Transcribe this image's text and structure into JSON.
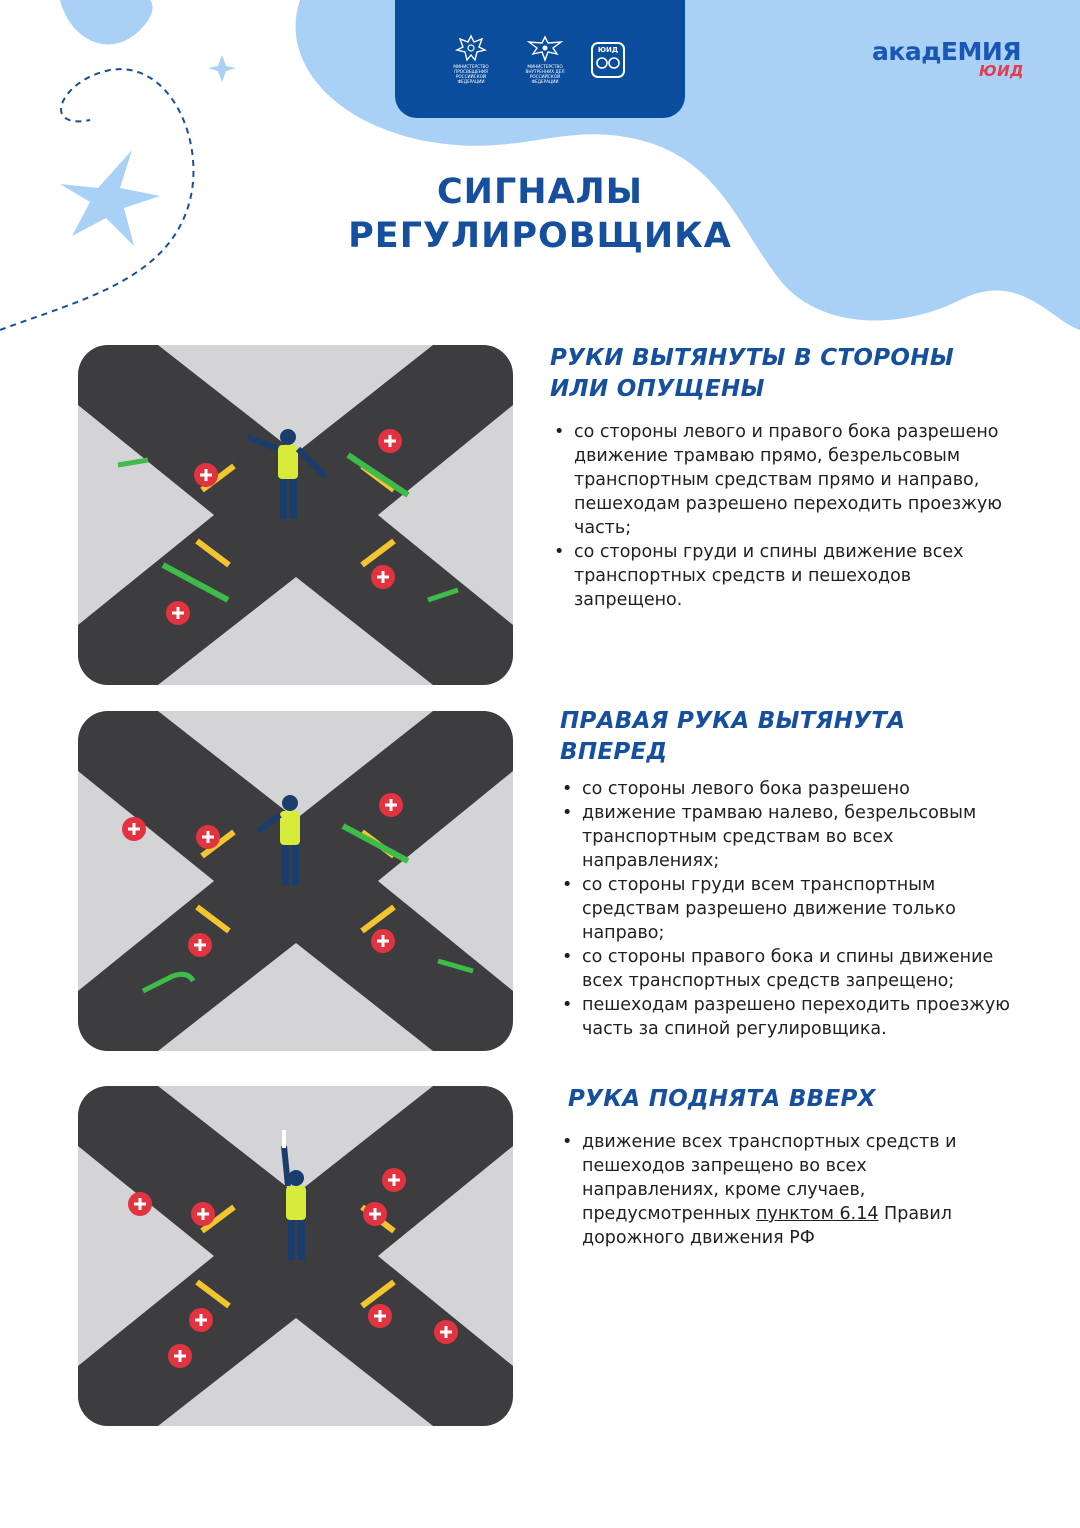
{
  "header": {
    "emblems": [
      {
        "name": "ministry-of-education",
        "text": "МИНИСТЕРСТВО ПРОСВЕЩЕНИЯ РОССИЙСКОЙ ФЕДЕРАЦИИ"
      },
      {
        "name": "ministry-of-internal-affairs",
        "text": "МИНИСТЕРСТВО ВНУТРЕННИХ ДЕЛ РОССИЙСКОЙ ФЕДЕРАЦИИ"
      }
    ],
    "badge_label": "ЮИД",
    "logo_main": "акадЕМИЯ",
    "logo_sub": "ЮИД"
  },
  "title": {
    "line1": "СИГНАЛЫ",
    "line2": "РЕГУЛИРОВЩИКА"
  },
  "colors": {
    "primary_blue": "#164f9e",
    "badge_blue": "#0a4d9c",
    "decor_light_blue": "#a9d0f5",
    "prohibited_red": "#e23341",
    "allowed_green": "#3fbb4a",
    "logo_red": "#e43b4f"
  },
  "sections": [
    {
      "title_line1": "РУКИ ВЫТЯНУТЫ В СТОРОНЫ",
      "title_line2": "ИЛИ ОПУЩЕНЫ",
      "bullets": [
        "со стороны левого и правого бока разрешено движение трамваю прямо, безрельсовым транспортным средствам прямо и направо, пешеходам разрешено переходить проезжую часть;",
        "со стороны груди и спины движение всех транспортных средств и пешеходов запрещено."
      ]
    },
    {
      "title_line1": "ПРАВАЯ РУКА ВЫТЯНУТА",
      "title_line2": "ВПЕРЕД",
      "bullets": [
        "со стороны левого бока разрешено",
        "движение трамваю налево, безрельсовым транспортным средствам во всех направлениях;",
        "со стороны груди всем транспортным средствам разрешено движение только направо;",
        "со стороны правого бока и спины движение всех транспортных средств запрещено;",
        "пешеходам разрешено переходить проезжую часть за спиной регулировщика."
      ]
    },
    {
      "title_line1": "РУКА ПОДНЯТА ВВЕРХ",
      "bullet_prefix": "движение всех транспортных средств и пешеходов запрещено во всех направлениях, кроме случаев, предусмотренных",
      "bullet_link": "пунктом 6.14",
      "bullet_suffix": "Правил дорожного движения РФ"
    }
  ]
}
